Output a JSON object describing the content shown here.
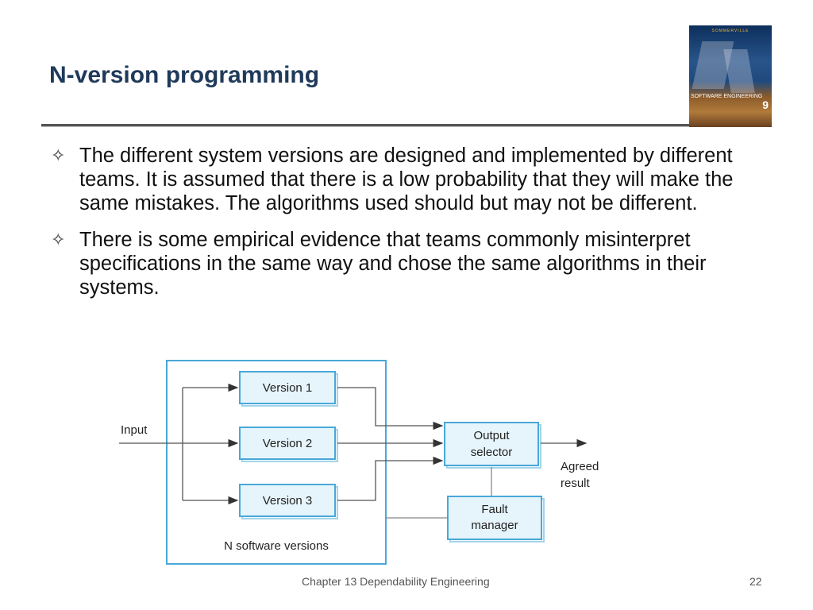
{
  "slide": {
    "title": "N-version programming",
    "bullets": [
      "The different system versions are designed and implemented by different teams. It is assumed that there is a low probability that they will make the same mistakes. The algorithms used should but may not be different.",
      "There is some empirical evidence that teams commonly misinterpret specifications in the same way and chose the same algorithms in their systems."
    ],
    "bullet_icon": "four-point-star-outline-icon"
  },
  "cover": {
    "brand": "SOMMERVILLE",
    "title": "SOFTWARE ENGINEERING",
    "edition": "9"
  },
  "diagram": {
    "input_label": "Input",
    "versions": [
      "Version 1",
      "Version 2",
      "Version 3"
    ],
    "container_label": "N software versions",
    "output_selector": [
      "Output",
      "selector"
    ],
    "fault_manager": [
      "Fault",
      "manager"
    ],
    "result_label": [
      "Agreed",
      "result"
    ],
    "colors": {
      "border": "#4aa8d8",
      "box_fill": "#e6f4fb",
      "line": "#555555"
    }
  },
  "footer": {
    "chapter": "Chapter 13 Dependability Engineering",
    "page": "22"
  }
}
